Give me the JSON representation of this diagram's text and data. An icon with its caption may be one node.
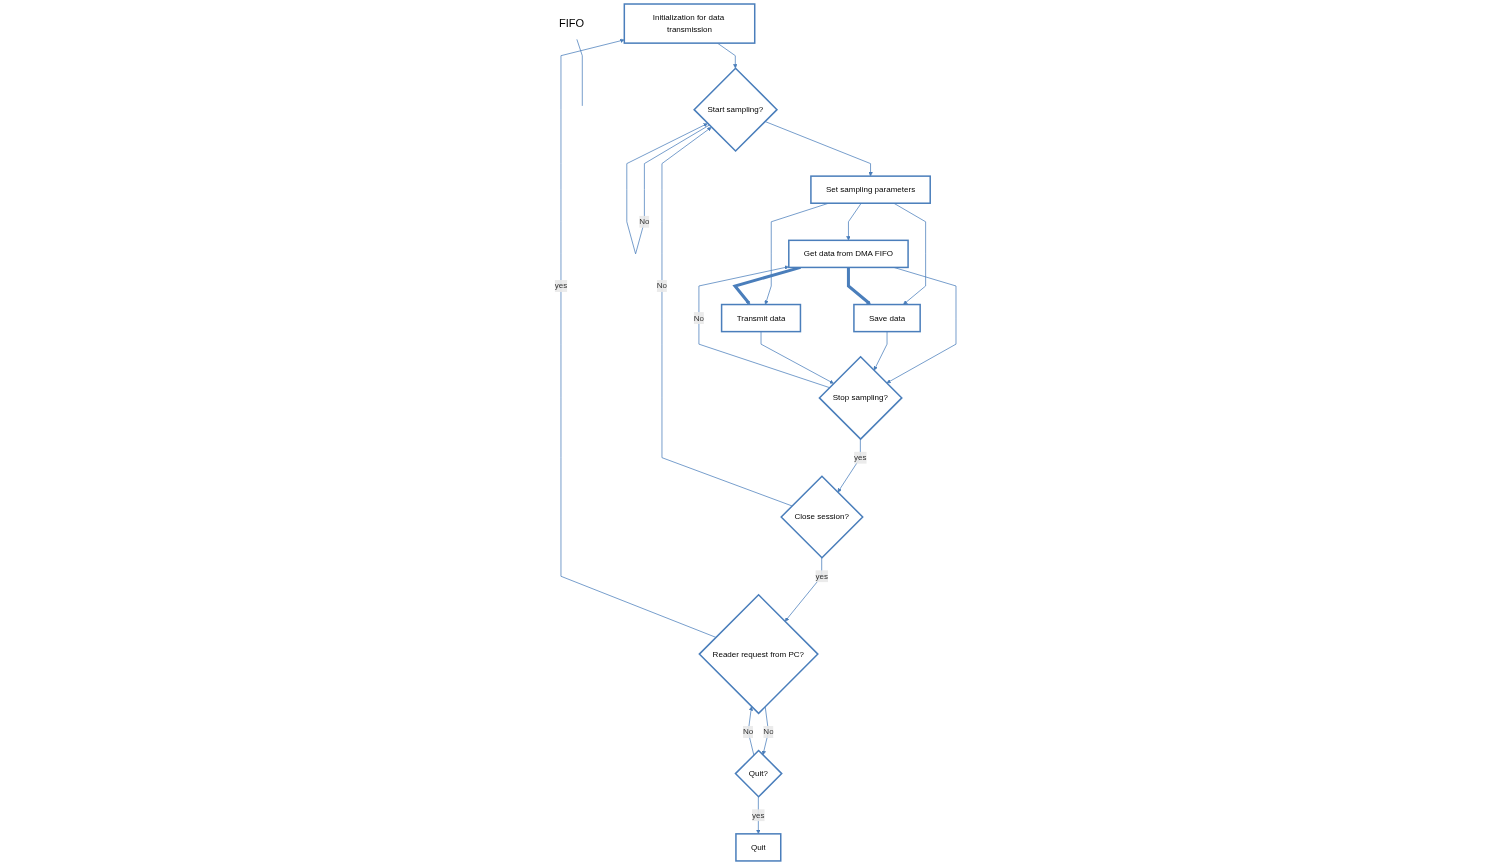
{
  "diagram": {
    "nodes": [
      {
        "text": [
          "Initialization for data transmission"
        ]
      },
      {
        "text": [
          "Start sampling?"
        ]
      },
      {
        "text": [
          "Set sampling parameters"
        ]
      },
      {
        "text": [
          "Get data from DMA FIFO"
        ]
      },
      {
        "text": [
          "Save data"
        ]
      },
      {
        "text": [
          "Transmit data"
        ]
      },
      {
        "text": [
          "Stop sampling?"
        ]
      },
      {
        "text": [
          "Close session?"
        ]
      },
      {
        "text": [
          "Reader request from PC?"
        ]
      },
      {
        "text": [
          "Quit?"
        ]
      },
      {
        "text": [
          "Quit"
        ]
      },
      {
        "text": [
          "FIFO"
        ]
      }
    ],
    "edges": [
      {
        "from": 8,
        "to": 0,
        "arrow": "to",
        "label": "yes"
      },
      {
        "from": 0,
        "to": 1,
        "arrow": "to"
      },
      {
        "from": 1,
        "to": 1,
        "arrow": "to",
        "label": "No"
      },
      {
        "from": 1,
        "to": 2,
        "arrow": "to"
      },
      {
        "from": 2,
        "to": 3,
        "arrow": "to"
      },
      {
        "from": 2,
        "to": 4,
        "arrow": "to"
      },
      {
        "from": 2,
        "to": 5,
        "arrow": "to"
      },
      {
        "from": 3,
        "to": 4,
        "arrow": "to",
        "style": "thick"
      },
      {
        "from": 3,
        "to": 5,
        "arrow": "to",
        "style": "thick"
      },
      {
        "from": 3,
        "to": 6,
        "arrow": "to"
      },
      {
        "from": 4,
        "to": 6,
        "arrow": "to"
      },
      {
        "from": 5,
        "to": 6,
        "arrow": "to"
      },
      {
        "from": 6,
        "to": 3,
        "arrow": "to",
        "label": "No"
      },
      {
        "from": 6,
        "to": 7,
        "arrow": "to",
        "label": "yes"
      },
      {
        "from": 7,
        "to": 1,
        "arrow": "to",
        "label": "No"
      },
      {
        "from": 7,
        "to": 8,
        "arrow": "to",
        "label": "yes"
      },
      {
        "from": 8,
        "to": 9,
        "arrow": "to",
        "label": "No"
      },
      {
        "from": 9,
        "to": 8,
        "arrow": "to",
        "label": "No"
      },
      {
        "from": 9,
        "to": 10,
        "arrow": "to",
        "label": "yes"
      },
      {
        "from": 11,
        "to": null,
        "arrow": "none"
      }
    ]
  }
}
